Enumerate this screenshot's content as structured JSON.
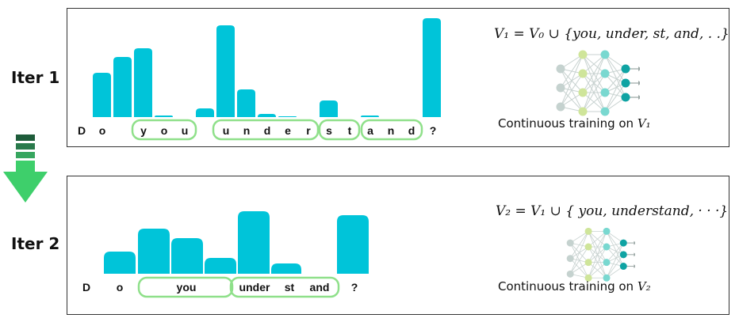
{
  "colors": {
    "bar": "#00c4d9",
    "pill_border": "#8fe08a",
    "arrow": "#3ecf6b",
    "arrow_dark": "#1e5c3a",
    "threshold_start": "#f0883a",
    "threshold_end": "#b0204f"
  },
  "iterations": [
    {
      "label": "Iter 1",
      "formula": "V₁ = V₀ ∪ {you, under, st, and, . .}",
      "caption_text": "Continuous  training on ",
      "caption_var": "V₁",
      "tokens": [
        "D",
        "o",
        "y",
        "o",
        "u",
        "u",
        "n",
        "d",
        "e",
        "r",
        "s",
        "t",
        "a",
        "n",
        "d",
        "?"
      ],
      "groups": [
        "you",
        "under",
        "st",
        "and"
      ]
    },
    {
      "label": "Iter 2",
      "formula": "V₂ = V₁ ∪ { you, understand, · · ·}",
      "caption_text": "Continuous  training on ",
      "caption_var": "V₂",
      "tokens": [
        "D",
        "o",
        "you",
        "under",
        "st",
        "and",
        "?"
      ],
      "groups": [
        "you",
        "under st   and"
      ]
    }
  ],
  "icons": [
    "neural-network-icon",
    "down-arrow-icon"
  ]
}
